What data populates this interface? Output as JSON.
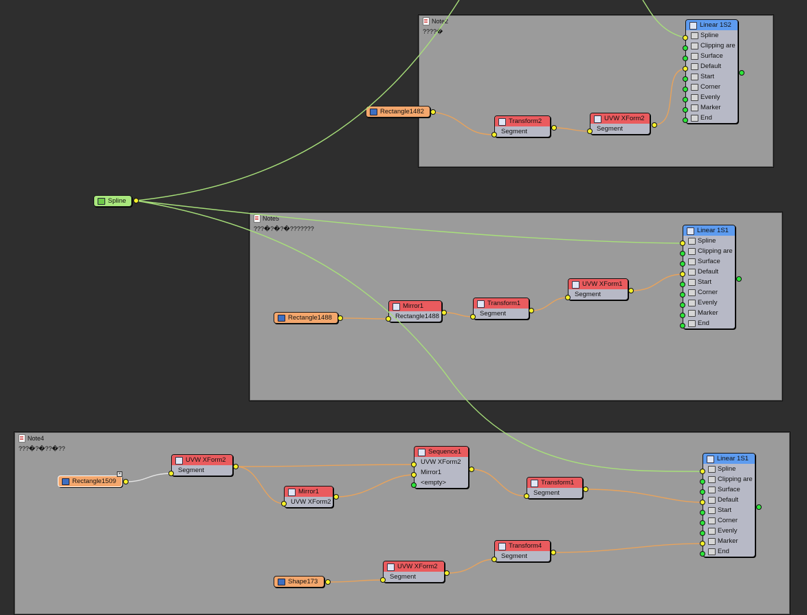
{
  "notes": [
    {
      "title": "Note2",
      "text": "????�"
    },
    {
      "title": "Note5",
      "text": "???�?�?�???????"
    },
    {
      "title": "Note4",
      "text": "???�?�??�??"
    }
  ],
  "nodes": {
    "spline": "Spline",
    "rect1482": "Rectangle1482",
    "transform2": {
      "title": "Transform2",
      "input": "Segment"
    },
    "uvw2_top": {
      "title": "UVW XForm2",
      "input": "Segment"
    },
    "linear152": {
      "title": "Linear 1S2"
    },
    "rect1488": "Rectangle1488",
    "mirror1_mid": {
      "title": "Mirror1",
      "input": "Rectangle1488"
    },
    "transform1_mid": {
      "title": "Transform1",
      "input": "Segment"
    },
    "uvw1_mid": {
      "title": "UVW XForm1",
      "input": "Segment"
    },
    "linear151_mid": {
      "title": "Linear 1S1"
    },
    "rect1509": "Rectangle1509",
    "uvw2_bot": {
      "title": "UVW XForm2",
      "input": "Segment"
    },
    "mirror1_bot": {
      "title": "Mirror1",
      "input": "UVW XForm2"
    },
    "sequence1": {
      "title": "Sequence1",
      "inputs": [
        "UVW XForm2",
        "Mirror1",
        "<empty>"
      ]
    },
    "transform1_bot": {
      "title": "Transform1",
      "input": "Segment"
    },
    "linear151_bot": {
      "title": "Linear 1S1"
    },
    "shape173": "Shape173",
    "uvw2_bot2": {
      "title": "UVW XForm2",
      "input": "Segment"
    },
    "transform4": {
      "title": "Transform4",
      "input": "Segment"
    }
  },
  "linear_inputs": [
    "Spline",
    "Clipping are",
    "Surface",
    "Default",
    "Start",
    "Corner",
    "Evenly",
    "Marker",
    "End"
  ],
  "colors": {
    "canvas": "#2e2e2e",
    "note": "#9b9b9b",
    "node_red": "#ea5b5e",
    "node_blue": "#5d9bef",
    "source_orange": "#f4a76d",
    "source_green": "#a9e77d",
    "wire_green": "#a8e07a",
    "wire_orange": "#e8a35c",
    "wire_white": "#e6e6e6"
  }
}
